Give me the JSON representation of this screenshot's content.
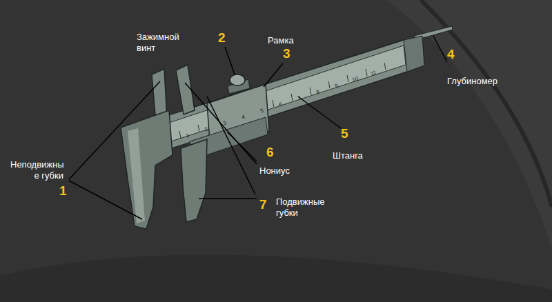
{
  "diagram": {
    "labels": [
      "Зажимной винт",
      "2",
      "Рамка",
      "3",
      "4",
      "Глубиномер",
      "1",
      "2",
      "3",
      "4",
      "5",
      "6",
      "7",
      "8",
      "9",
      "10",
      "11",
      "5",
      "Штанга",
      "6",
      "Нониус",
      "Неподвижны е губки",
      "1",
      "7",
      "Подвижные губки"
    ]
  }
}
